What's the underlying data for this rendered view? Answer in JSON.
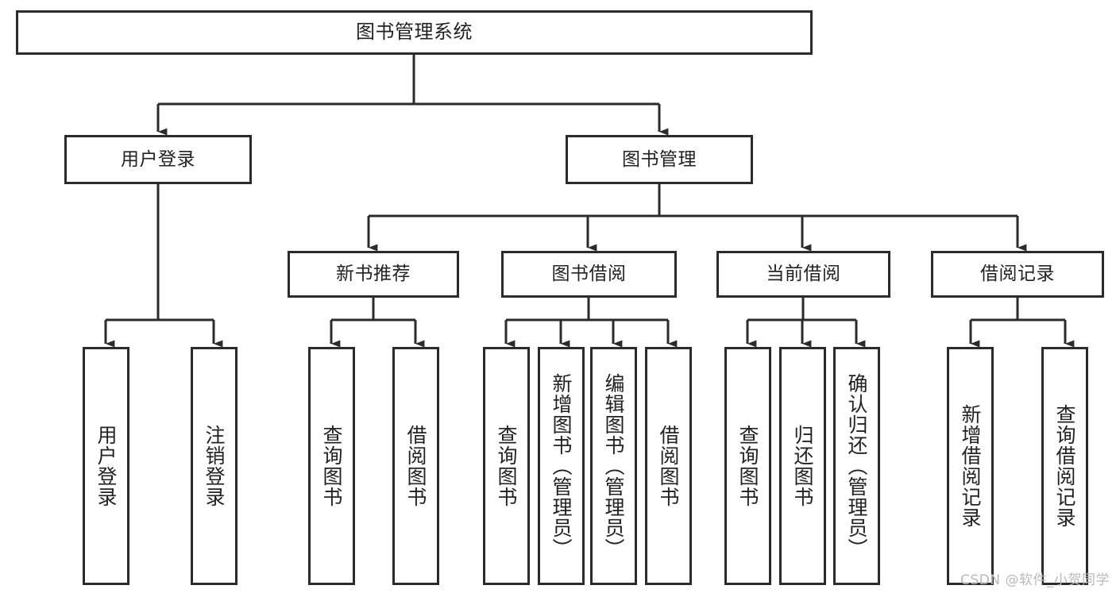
{
  "diagram": {
    "type": "tree-hierarchy-functional-decomposition",
    "root": {
      "id": "root",
      "label": "图书管理系统"
    },
    "level2": [
      {
        "id": "user-login",
        "label": "用户登录"
      },
      {
        "id": "book-management",
        "label": "图书管理"
      }
    ],
    "level3": [
      {
        "id": "new-book-recommend",
        "label": "新书推荐",
        "parent": "book-management"
      },
      {
        "id": "book-borrow",
        "label": "图书借阅",
        "parent": "book-management"
      },
      {
        "id": "current-borrow",
        "label": "当前借阅",
        "parent": "book-management"
      },
      {
        "id": "borrow-record",
        "label": "借阅记录",
        "parent": "book-management"
      }
    ],
    "leaves": [
      {
        "id": "leaf-user-login",
        "label": "用户登录",
        "parent": "user-login"
      },
      {
        "id": "leaf-user-logout",
        "label": "注销登录",
        "parent": "user-login"
      },
      {
        "id": "leaf-query-book-1",
        "label": "查询图书",
        "parent": "new-book-recommend"
      },
      {
        "id": "leaf-borrow-book-1",
        "label": "借阅图书",
        "parent": "new-book-recommend"
      },
      {
        "id": "leaf-query-book-2",
        "label": "查询图书",
        "parent": "book-borrow"
      },
      {
        "id": "leaf-add-book",
        "label": "新增图书（管理员）",
        "parent": "book-borrow"
      },
      {
        "id": "leaf-edit-book",
        "label": "编辑图书（管理员）",
        "parent": "book-borrow"
      },
      {
        "id": "leaf-borrow-book-2",
        "label": "借阅图书",
        "parent": "book-borrow"
      },
      {
        "id": "leaf-query-book-3",
        "label": "查询图书",
        "parent": "current-borrow"
      },
      {
        "id": "leaf-return-book",
        "label": "归还图书",
        "parent": "current-borrow"
      },
      {
        "id": "leaf-confirm-return",
        "label": "确认归还（管理员）",
        "parent": "current-borrow"
      },
      {
        "id": "leaf-add-record",
        "label": "新增借阅记录",
        "parent": "borrow-record"
      },
      {
        "id": "leaf-query-record",
        "label": "查询借阅记录",
        "parent": "borrow-record"
      }
    ]
  },
  "watermark": {
    "text": "CSDN @软件_小贺同学"
  },
  "colors": {
    "stroke": "#2b2b2b",
    "background": "#ffffff",
    "text": "#222222",
    "watermark": "#b9b9b9"
  }
}
